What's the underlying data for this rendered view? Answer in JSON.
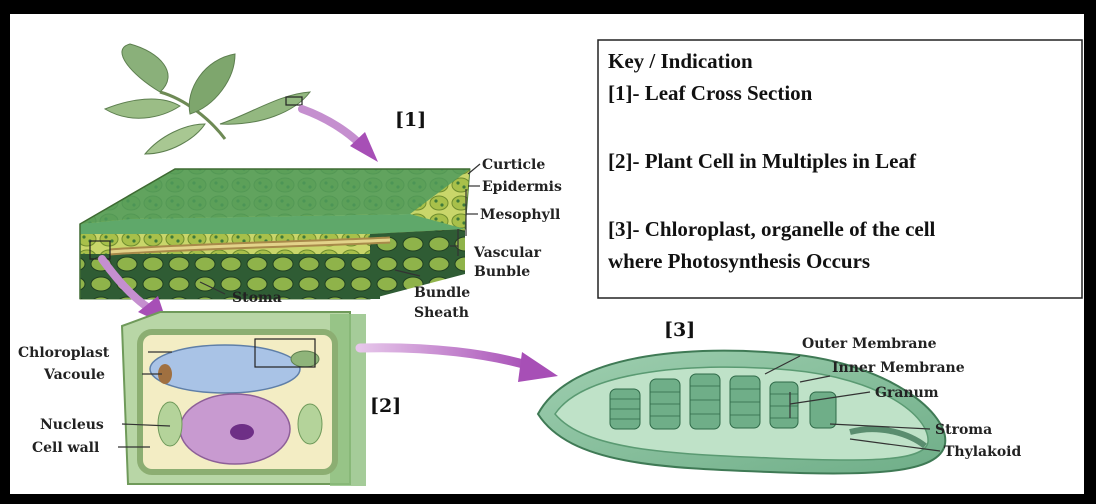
{
  "key": {
    "title": "Key / Indication",
    "item1": "[1]- Leaf Cross Section",
    "item2": "[2]- Plant Cell in Multiples in Leaf",
    "item3_line1": "[3]- Chloroplast, organelle of the cell",
    "item3_line2": "where Photosynthesis Occurs"
  },
  "markers": {
    "one": "[1]",
    "two": "[2]",
    "three": "[3]"
  },
  "leaf_labels": {
    "cuticle": "Curticle",
    "epidermis": "Epidermis",
    "mesophyll": "Mesophyll",
    "vascular1": "Vascular",
    "vascular2": "Bunble",
    "stoma": "Stoma",
    "bundle1": "Bundle",
    "bundle2": "Sheath"
  },
  "cell_labels": {
    "chloroplast": "Chloroplast",
    "vacuole": "Vacoule",
    "nucleus": "Nucleus",
    "cell_wall": "Cell wall"
  },
  "chloro_labels": {
    "outer": "Outer Membrane",
    "inner": "Inner Membrane",
    "granum": "Granum",
    "stroma": "Stroma",
    "thylakoid": "Thylakoid"
  },
  "colors": {
    "leaf_green": "#6f9a5a",
    "arrow_purple": "#b565c2",
    "cell_green": "#9cc48c",
    "vacuole_blue": "#a9c3e6",
    "nucleus_purple": "#c89ad0"
  }
}
